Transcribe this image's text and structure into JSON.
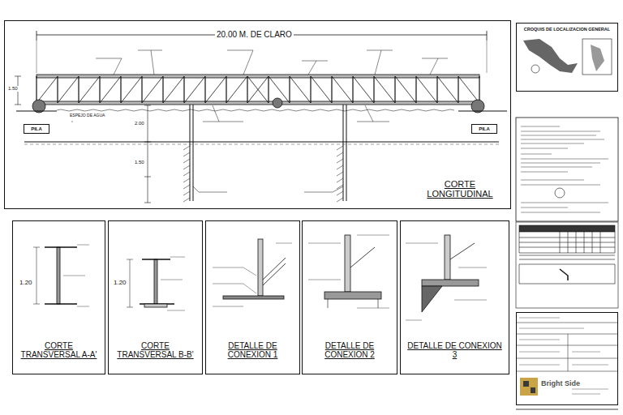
{
  "diagram": {
    "nodes": [
      {
        "text": [
          "CORTE LONGITUDINAL"
        ]
      },
      {
        "text": [
          "PILA"
        ],
        "in": 0
      },
      {
        "text": [
          "PILA"
        ],
        "in": 0
      },
      {
        "text": [
          "CROQUIS DE LOCALIZACION GENERAL"
        ]
      },
      {
        "text": [
          "CORTE TRANSVERSAL A-A'"
        ]
      },
      {
        "text": [
          "CORTE TRANSVERSAL B-B'"
        ]
      },
      {
        "text": [
          "DETALLE DE CONEXION 1"
        ]
      },
      {
        "text": [
          "DETALLE DE CONEXION 2"
        ]
      },
      {
        "text": [
          "DETALLE DE CONEXION 3"
        ]
      },
      {
        "text": [
          "Bright Side"
        ]
      }
    ],
    "labels": [
      "20.00 M. DE CLARO",
      "1.50",
      "2.00",
      "1.50",
      "ESPEJO DE AGUA",
      "1.20",
      "1.20"
    ]
  }
}
